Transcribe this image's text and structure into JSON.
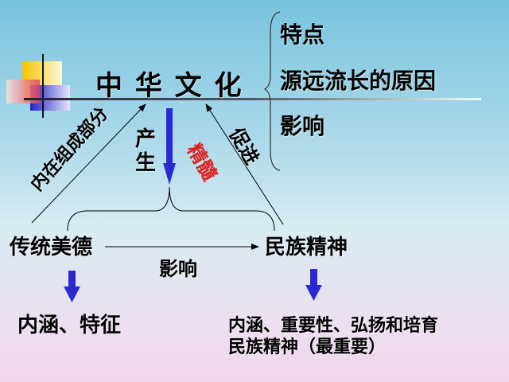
{
  "title": "中 华 文 化",
  "right_items": [
    "特点",
    "源远流长的原因",
    "影响"
  ],
  "labels": {
    "left_arrow": "内在组成部分",
    "center_arrow": "产生",
    "red_label": "精髓",
    "right_arrow": "促进",
    "middle_arrow": "影响"
  },
  "nodes": {
    "left": "传统美德",
    "right": "民族精神"
  },
  "bottom": {
    "left": "内涵、特征",
    "right_line1": "内涵、重要性、弘扬和培育",
    "right_line2": "民族精神（最重要）"
  },
  "colors": {
    "arrow_blue": "#2a2ad0",
    "red": "#e02020"
  }
}
